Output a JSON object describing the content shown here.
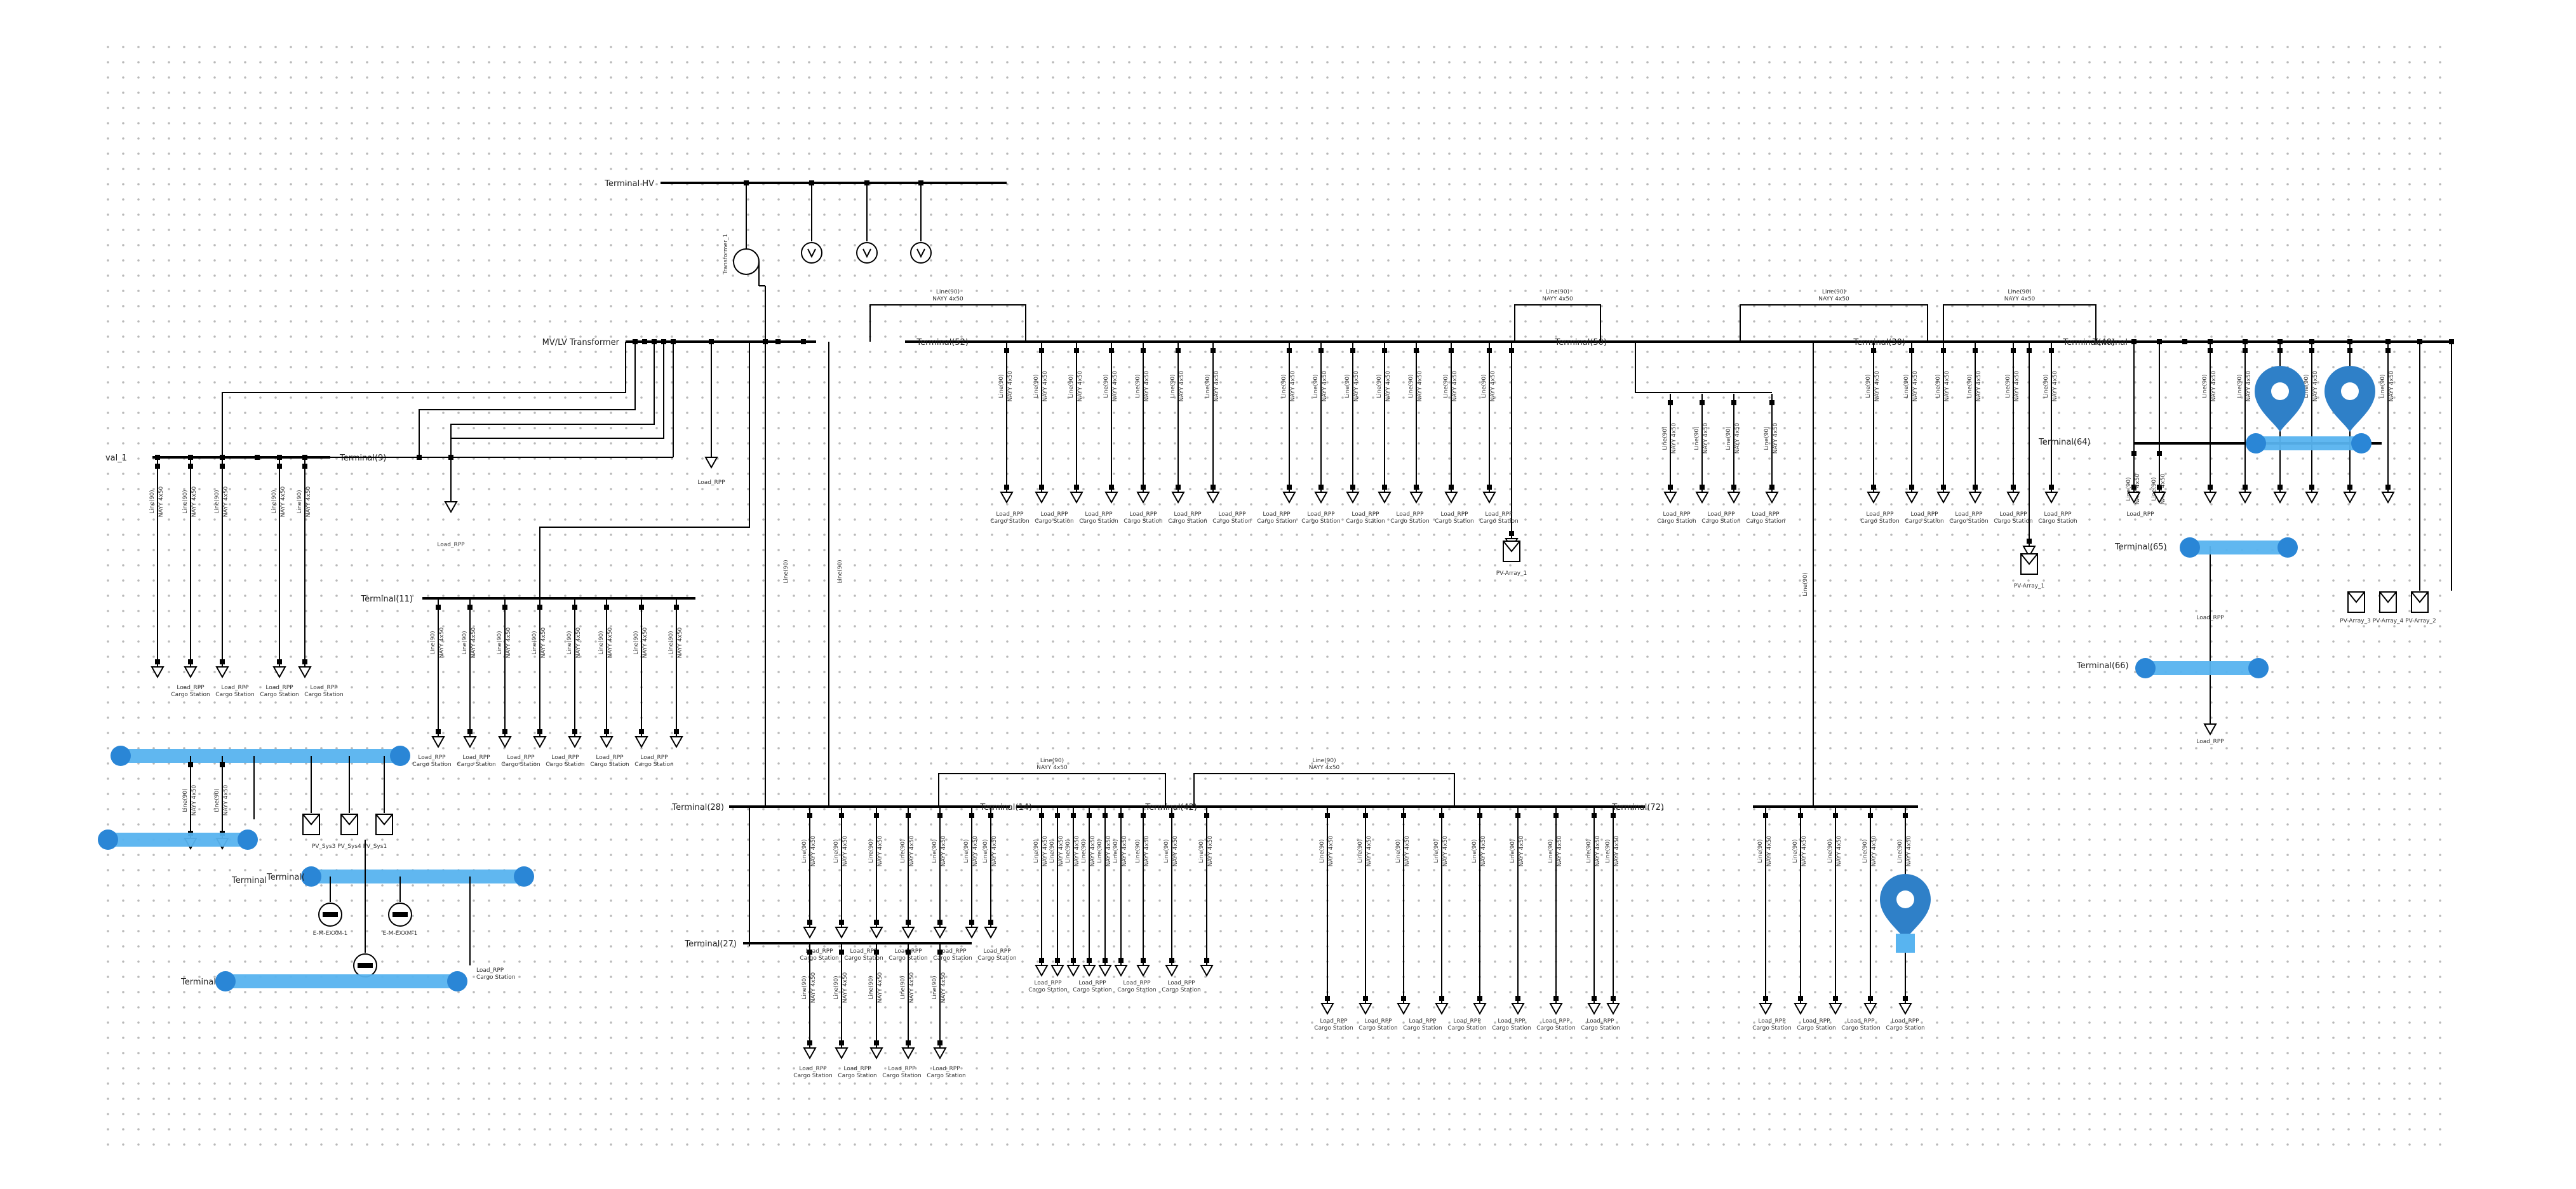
{
  "colors": {
    "highlight": "#58b4f0",
    "highlight_dot": "#2a86d6",
    "pin": "#2f80c8",
    "grid": "#b9b9b9",
    "ink": "#000000"
  },
  "icons": {
    "marker": "location-pin-icon",
    "load": "load-triangle-icon",
    "voltmeter": "voltmeter-icon",
    "transformer": "transformer-icon",
    "pv": "pv-system-icon"
  },
  "terminals": {
    "hv": "Terminal HV",
    "trafo": "MV/LV Transformer",
    "t52": "Terminal(52)",
    "t50": "Terminal(50)",
    "t30": "Terminal(30)",
    "t40": "Terminal(40)",
    "t9": "Terminal(9)",
    "t11": "Terminal(11)",
    "t28": "Terminal(28)",
    "t14": "Terminal(14)",
    "t42": "Terminal(42)",
    "t72": "Terminal(72)",
    "t27": "Terminal(27)",
    "t64": "Terminal(64)",
    "t65": "Terminal(65)",
    "t66": "Terminal(66)",
    "tleft": "Terminal(",
    "tleft2": "Terminal",
    "left_edge": "val_1"
  },
  "components": {
    "trafo_label": "Transformer_1",
    "pv1": "PV-Array_1",
    "pv2": "PV-Array_1",
    "pv_group": "PV-Array_3 PV-Array_4 PV-Array_2",
    "pv_left": "PV_Sys3  PV_Sys4  PV_Sys1",
    "evse1": "E-M-EXXM-1",
    "evse2": "E-M-EXXM-1",
    "load_rpp": "Load_RPP",
    "cargo": "Cargo Station"
  },
  "tags": {
    "line": "Line(90)",
    "cable": "NAYY 4x50"
  }
}
